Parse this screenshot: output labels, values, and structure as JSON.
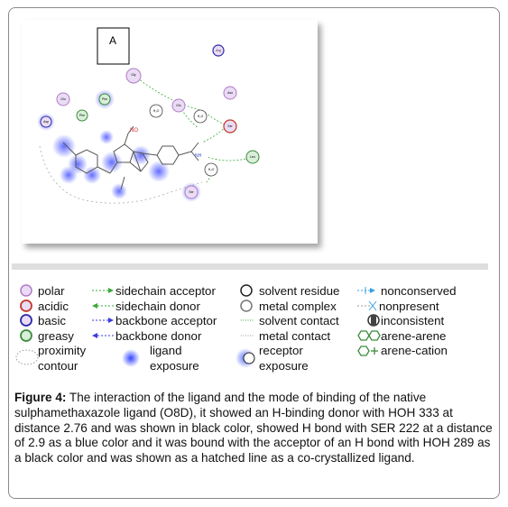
{
  "panel_label": "A",
  "residues": [
    {
      "name": "Glu",
      "num": "48"
    },
    {
      "name": "Gly",
      "num": "100"
    },
    {
      "name": "Phe",
      "num": "..."
    },
    {
      "name": "Asp",
      "num": "..."
    },
    {
      "name": "Phe",
      "num": "..."
    },
    {
      "name": "Glu",
      "num": "..."
    },
    {
      "name": "Asn",
      "num": "..."
    },
    {
      "name": "Ser",
      "num": "..."
    },
    {
      "name": "Leu",
      "num": "..."
    },
    {
      "name": "Ser",
      "num": "..."
    },
    {
      "name": "Arg",
      "num": "..."
    }
  ],
  "waters": [
    "H₂O",
    "H₂O",
    "H₂O"
  ],
  "legend": {
    "col1": [
      "polar",
      "acidic",
      "basic",
      "greasy",
      "proximity",
      "contour"
    ],
    "col2": [
      "sidechain acceptor",
      "sidechain donor",
      "backbone acceptor",
      "backbone donor",
      "ligand",
      "exposure"
    ],
    "col3": [
      "solvent residue",
      "metal complex",
      "solvent contact",
      "metal contact",
      "receptor",
      "exposure"
    ],
    "col4": [
      "nonconserved",
      "nonpresent",
      "inconsistent",
      "arene-arene",
      "arene-cation"
    ]
  },
  "colors": {
    "polar": "#b07ac8",
    "acidic": "#c0392b",
    "basic": "#2a2aa8",
    "greasy": "#3c8c3c",
    "exposure": "#6b7cff"
  },
  "caption": {
    "label": "Figure 4:",
    "text": " The interaction of the ligand and the mode of binding of the native sulphamethaxazole ligand (O8D), it showed an H-binding donor with HOH 333 at distance 2.76 and was shown in black color, showed H bond with SER 222 at a distance of 2.9 as a blue color and it was bound with the acceptor of an H bond with HOH 289 as a black color and was shown as a hatched line as a co-crystallized ligand."
  }
}
